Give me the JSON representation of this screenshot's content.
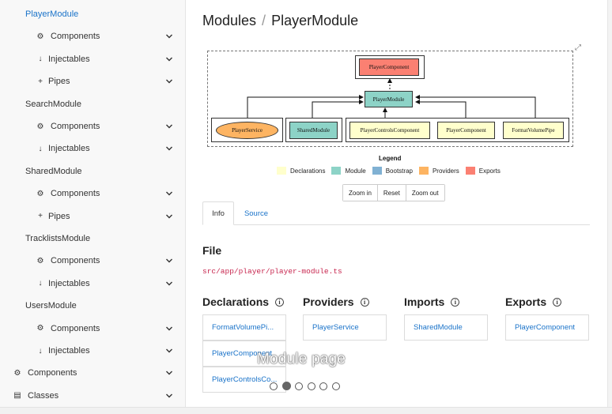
{
  "sidebar": {
    "rows": [
      {
        "kind": "module",
        "label": "PlayerModule",
        "active": true,
        "chevron": false,
        "icon": ""
      },
      {
        "kind": "sub",
        "label": "Components",
        "icon": "cog-icon",
        "glyph": "⚙",
        "chevron": true
      },
      {
        "kind": "sub",
        "label": "Injectables",
        "icon": "arrow-down-icon",
        "glyph": "↓",
        "chevron": true
      },
      {
        "kind": "sub",
        "label": "Pipes",
        "icon": "plus-icon",
        "glyph": "+",
        "chevron": true
      },
      {
        "kind": "module",
        "label": "SearchModule",
        "active": false,
        "chevron": false,
        "icon": ""
      },
      {
        "kind": "sub",
        "label": "Components",
        "icon": "cog-icon",
        "glyph": "⚙",
        "chevron": true
      },
      {
        "kind": "sub",
        "label": "Injectables",
        "icon": "arrow-down-icon",
        "glyph": "↓",
        "chevron": true
      },
      {
        "kind": "module",
        "label": "SharedModule",
        "active": false,
        "chevron": false,
        "icon": ""
      },
      {
        "kind": "sub",
        "label": "Components",
        "icon": "cog-icon",
        "glyph": "⚙",
        "chevron": true
      },
      {
        "kind": "sub",
        "label": "Pipes",
        "icon": "plus-icon",
        "glyph": "+",
        "chevron": true
      },
      {
        "kind": "module",
        "label": "TracklistsModule",
        "active": false,
        "chevron": false,
        "icon": ""
      },
      {
        "kind": "sub",
        "label": "Components",
        "icon": "cog-icon",
        "glyph": "⚙",
        "chevron": true
      },
      {
        "kind": "sub",
        "label": "Injectables",
        "icon": "arrow-down-icon",
        "glyph": "↓",
        "chevron": true
      },
      {
        "kind": "module",
        "label": "UsersModule",
        "active": false,
        "chevron": false,
        "icon": ""
      },
      {
        "kind": "sub",
        "label": "Components",
        "icon": "cog-icon",
        "glyph": "⚙",
        "chevron": true
      },
      {
        "kind": "sub",
        "label": "Injectables",
        "icon": "arrow-down-icon",
        "glyph": "↓",
        "chevron": true
      },
      {
        "kind": "top",
        "label": "Components",
        "icon": "cog-icon",
        "glyph": "⚙",
        "chevron": true
      },
      {
        "kind": "top",
        "label": "Classes",
        "icon": "book-icon",
        "glyph": "▤",
        "chevron": true
      }
    ]
  },
  "breadcrumb": {
    "root": "Modules",
    "separator": "/",
    "current": "PlayerModule"
  },
  "graph": {
    "nodes": {
      "player_component_export": "PlayerComponent",
      "module": "PlayerModule",
      "player_service": "PlayerService",
      "shared_module": "SharedModule",
      "player_controls_component": "PlayerControlsComponent",
      "player_component": "PlayerComponent",
      "format_volume_pipe": "FormatVolumePipe"
    },
    "colors": {
      "declarations": "#ffffcc",
      "module": "#8dd3c7",
      "bootstrap": "#80b1d3",
      "providers": "#fdb462",
      "exports": "#fb8072"
    }
  },
  "legend": {
    "title": "Legend",
    "items": [
      {
        "label": "Declarations",
        "color": "#ffffcc"
      },
      {
        "label": "Module",
        "color": "#8dd3c7"
      },
      {
        "label": "Bootstrap",
        "color": "#80b1d3"
      },
      {
        "label": "Providers",
        "color": "#fdb462"
      },
      {
        "label": "Exports",
        "color": "#fb8072"
      }
    ]
  },
  "zoom": {
    "zoom_in": "Zoom in",
    "reset": "Reset",
    "zoom_out": "Zoom out"
  },
  "tabs": {
    "info": "Info",
    "source": "Source"
  },
  "file": {
    "heading": "File",
    "path": "src/app/player/player-module.ts"
  },
  "sections": {
    "declarations": {
      "title": "Declarations",
      "items": [
        "FormatVolumePi...",
        "PlayerComponent",
        "PlayerControlsCo..."
      ]
    },
    "providers": {
      "title": "Providers",
      "items": [
        "PlayerService"
      ]
    },
    "imports": {
      "title": "Imports",
      "items": [
        "SharedModule"
      ]
    },
    "exports": {
      "title": "Exports",
      "items": [
        "PlayerComponent"
      ]
    }
  },
  "carousel": {
    "caption": "Module page",
    "count": 6,
    "active_index": 1
  },
  "accent": "#1a73c9"
}
